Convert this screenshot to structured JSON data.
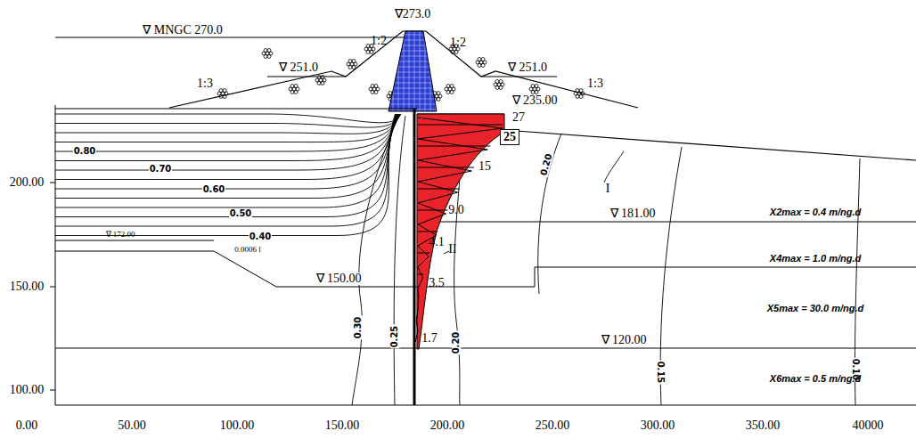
{
  "diagram": {
    "nodes": [
      {
        "text": [
          "25"
        ]
      }
    ],
    "labels": [
      "∇ MNGC 270.0",
      "∇273.0",
      "1:2",
      "1:2",
      "∇ 251.0",
      "∇ 251.0",
      "1:3",
      "1:3",
      "∇ 235.00",
      "27",
      "15",
      "9.0",
      "4.1",
      "3.5",
      "1.7",
      "0.80",
      "0.70",
      "0.60",
      "0.50",
      "0.40",
      "0.0006 l",
      "0.30",
      "0.25",
      "0.20",
      "0.20",
      "0.15",
      "0.10",
      "I",
      "II",
      "∇ 181.00",
      "∇ 172.00",
      "∇ 150.00",
      "∇ 120.00",
      "X2max = 0.4 m/ng.d",
      "X4max = 1.0 m/ng.d",
      "X5max = 30.0 m/ng.d",
      "X6max = 0.5 m/ng.d",
      "200.00",
      "150.00",
      "100.00",
      "0.00",
      "50.00",
      "100.00",
      "150.00",
      "200.00",
      "250.00",
      "300.00",
      "350.00",
      "40000"
    ]
  }
}
